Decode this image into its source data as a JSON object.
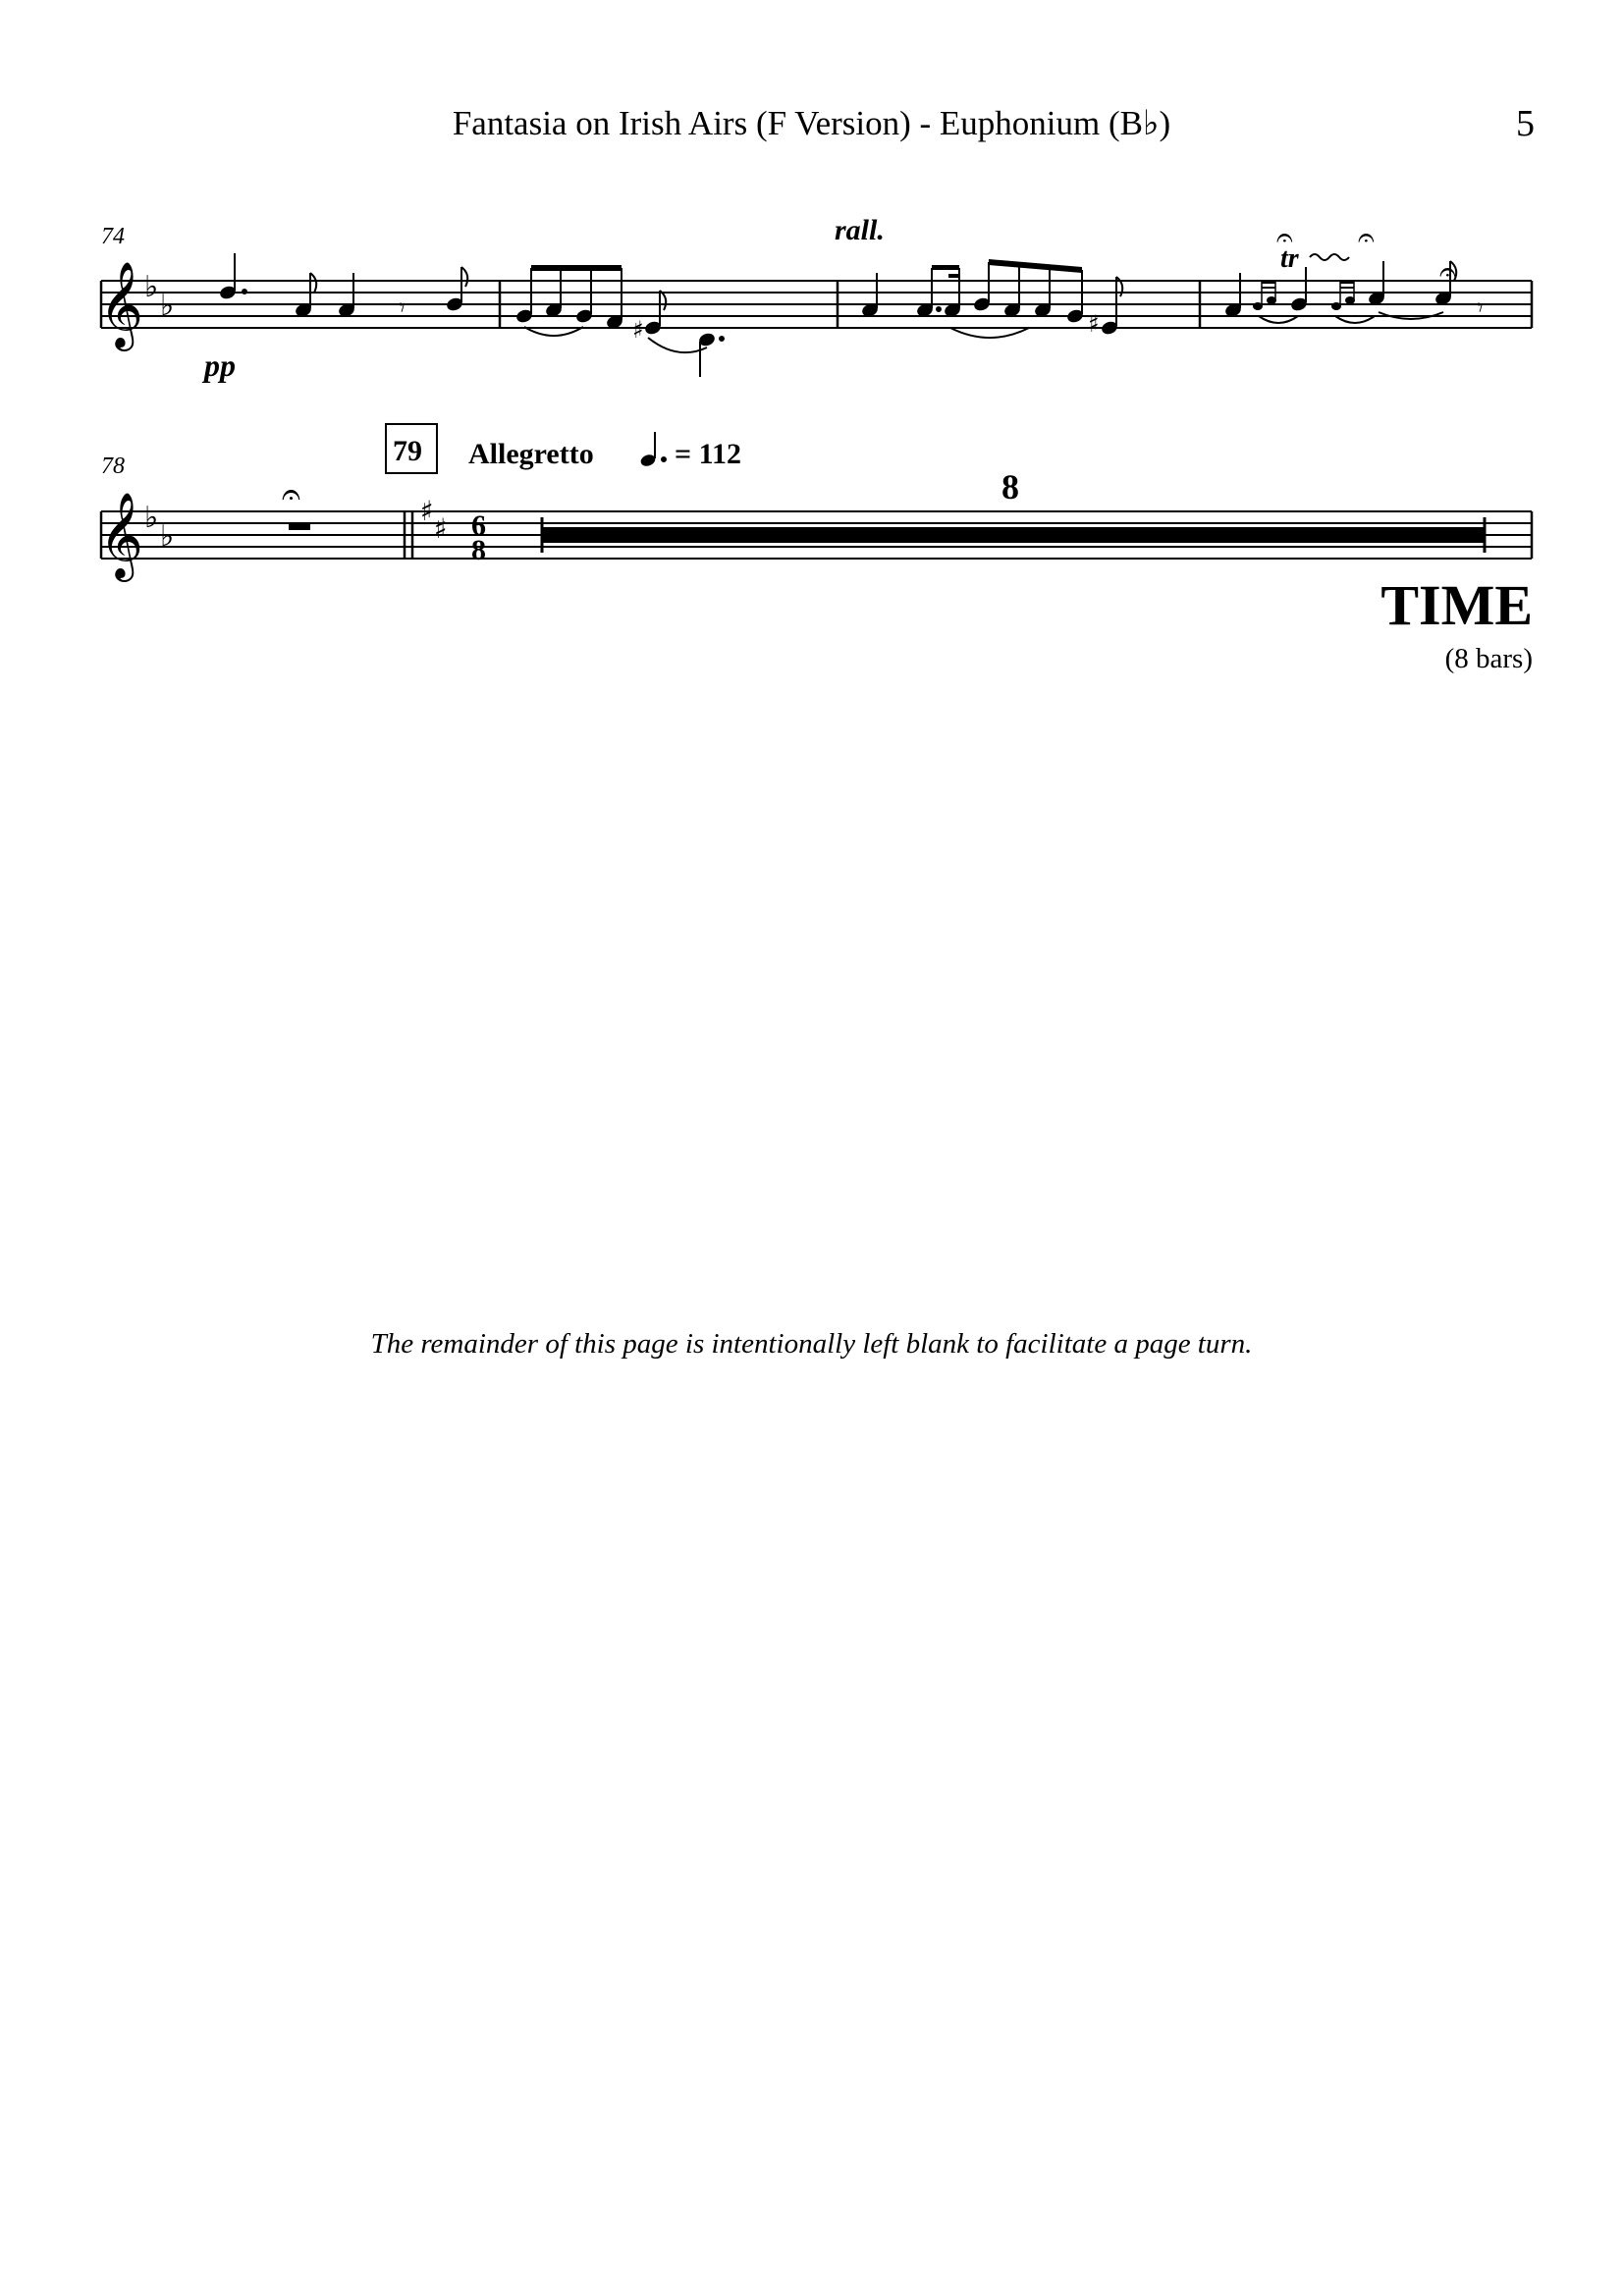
{
  "header": {
    "title": "Fantasia on Irish Airs (F Version) - Euphonium (B♭)",
    "page_number": "5"
  },
  "system1": {
    "measure_number": "74",
    "dynamic": "pp",
    "tempo_marking": "rall.",
    "trill_marking": "tr"
  },
  "system2": {
    "measure_number": "78",
    "rehearsal_mark": "79",
    "tempo_text": "Allegretto",
    "tempo_value": "= 112",
    "time_signature_top": "6",
    "time_signature_bottom": "8",
    "multirest_count": "8"
  },
  "cue": {
    "label": "TIME",
    "sub": "(8 bars)"
  },
  "note": "The remainder of this page is intentionally left blank to facilitate a page turn."
}
